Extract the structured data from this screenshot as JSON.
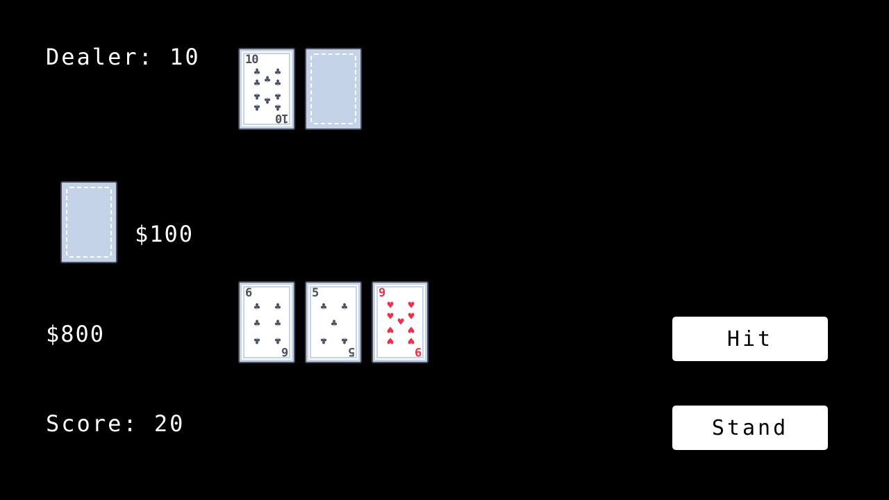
{
  "dealer": {
    "label": "Dealer: 10",
    "cards": [
      {
        "rank": "10",
        "suit": "clubs",
        "face_up": true
      },
      {
        "face_up": false
      }
    ]
  },
  "deck": {
    "face_up": false
  },
  "bet": "$100",
  "bank": "$800",
  "player": {
    "score_label": "Score: 20",
    "cards": [
      {
        "rank": "6",
        "suit": "clubs",
        "face_up": true
      },
      {
        "rank": "5",
        "suit": "clubs",
        "face_up": true
      },
      {
        "rank": "9",
        "suit": "hearts",
        "face_up": true
      }
    ]
  },
  "buttons": {
    "hit": "Hit",
    "stand": "Stand"
  },
  "colors": {
    "black_suit": "#4a5060",
    "red_suit": "#f0304a",
    "card_back": "#c4d3e8"
  }
}
